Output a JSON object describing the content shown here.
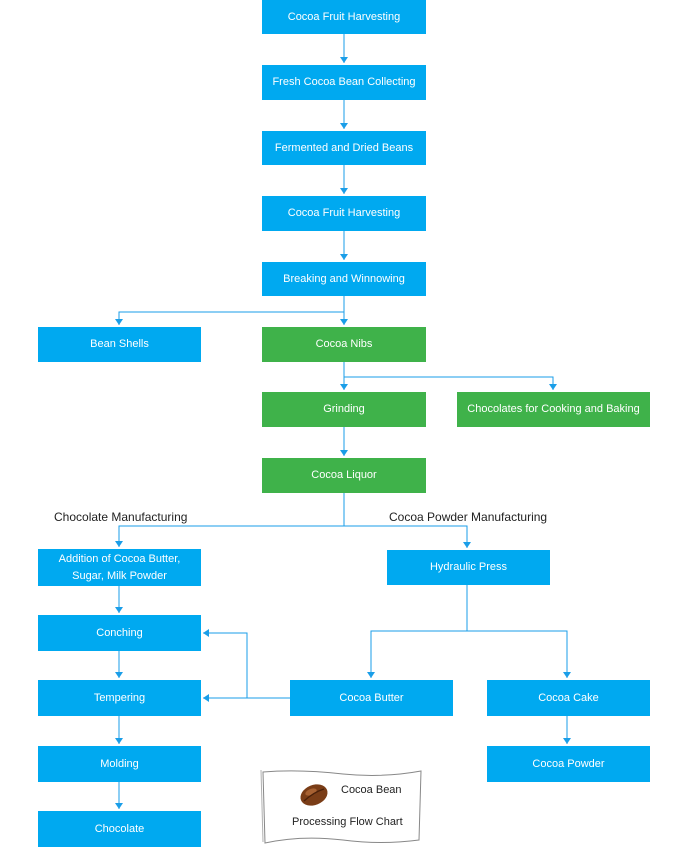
{
  "colors": {
    "process": "#00a9f0",
    "cocoa_path": "#3fb24a",
    "connector": "#1a9ee8"
  },
  "nodes": {
    "n1": "Cocoa Fruit Harvesting",
    "n2": "Fresh Cocoa Bean Collecting",
    "n3": "Fermented and Dried Beans",
    "n4": "Cocoa Fruit Harvesting",
    "n5": "Breaking and Winnowing",
    "bean_shells": "Bean Shells",
    "cocoa_nibs": "Cocoa Nibs",
    "grinding": "Grinding",
    "chocolates_cooking": "Chocolates for Cooking and Baking",
    "cocoa_liquor": "Cocoa Liquor",
    "addition": "Addition of Cocoa Butter, Sugar, Milk Powder",
    "hydraulic_press": "Hydraulic Press",
    "conching": "Conching",
    "tempering": "Tempering",
    "cocoa_butter": "Cocoa Butter",
    "cocoa_cake": "Cocoa Cake",
    "molding": "Molding",
    "cocoa_powder": "Cocoa Powder",
    "chocolate": "Chocolate"
  },
  "sections": {
    "chocolate": "Chocolate Manufacturing",
    "powder": "Cocoa Powder Manufacturing"
  },
  "legend": {
    "icon": "cocoa-bean-icon",
    "line1": "Cocoa Bean",
    "line2": "Processing Flow Chart"
  }
}
